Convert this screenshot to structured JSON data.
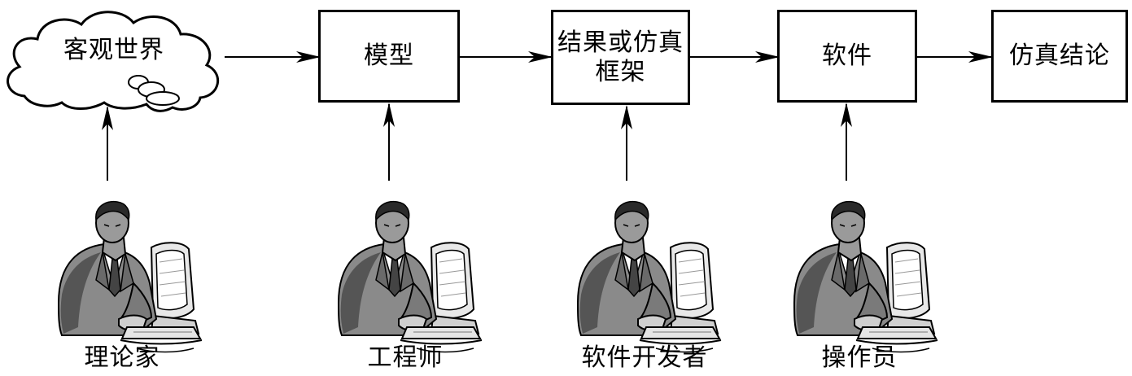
{
  "stages": [
    {
      "id": "world",
      "label": "客观世界"
    },
    {
      "id": "model",
      "label": "模型"
    },
    {
      "id": "framework",
      "label_line1": "结果或仿真",
      "label_line2": "框架"
    },
    {
      "id": "software",
      "label": "软件"
    },
    {
      "id": "conclusion",
      "label": "仿真结论"
    }
  ],
  "roles": [
    {
      "id": "theorist",
      "label": "理论家"
    },
    {
      "id": "engineer",
      "label": "工程师"
    },
    {
      "id": "developer",
      "label": "软件开发者"
    },
    {
      "id": "operator",
      "label": "操作员"
    }
  ],
  "colors": {
    "stroke": "#000000",
    "figure_dark": "#555555",
    "figure_mid": "#8a8a8a",
    "figure_light": "#d8d8d8"
  },
  "icons": {
    "person": "person-at-computer-icon",
    "cloud": "cloud-icon"
  }
}
